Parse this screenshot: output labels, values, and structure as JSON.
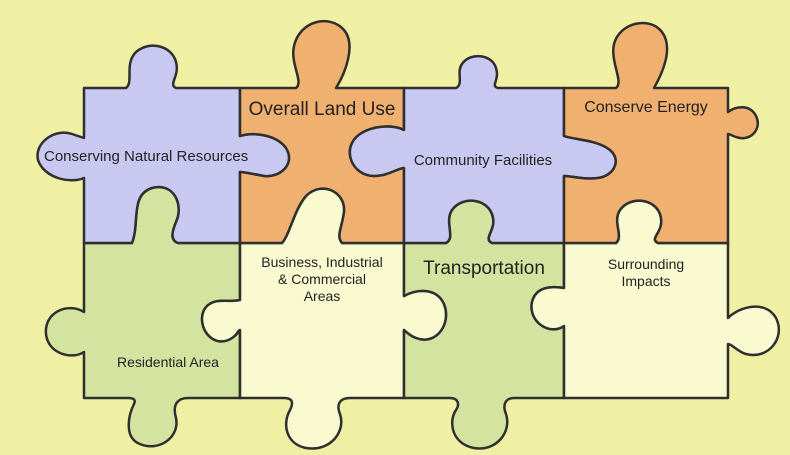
{
  "colors": {
    "background": "#f0f0a4",
    "purple": "#c8c8f0",
    "orange": "#f0b070",
    "green": "#d4e4a0",
    "cream": "#fafad0",
    "outline": "#2f2f2f"
  },
  "pieces": {
    "conserving_natural_resources": "Conserving Natural Resources",
    "overall_land_use": "Overall Land Use",
    "community_facilities": "Community Facilities",
    "conserve_energy": "Conserve Energy",
    "residential_area": "Residential Area",
    "business_industrial": "Business, Industrial\n& Commercial\nAreas",
    "transportation": "Transportation",
    "surrounding_impacts": "Surrounding\nImpacts"
  }
}
